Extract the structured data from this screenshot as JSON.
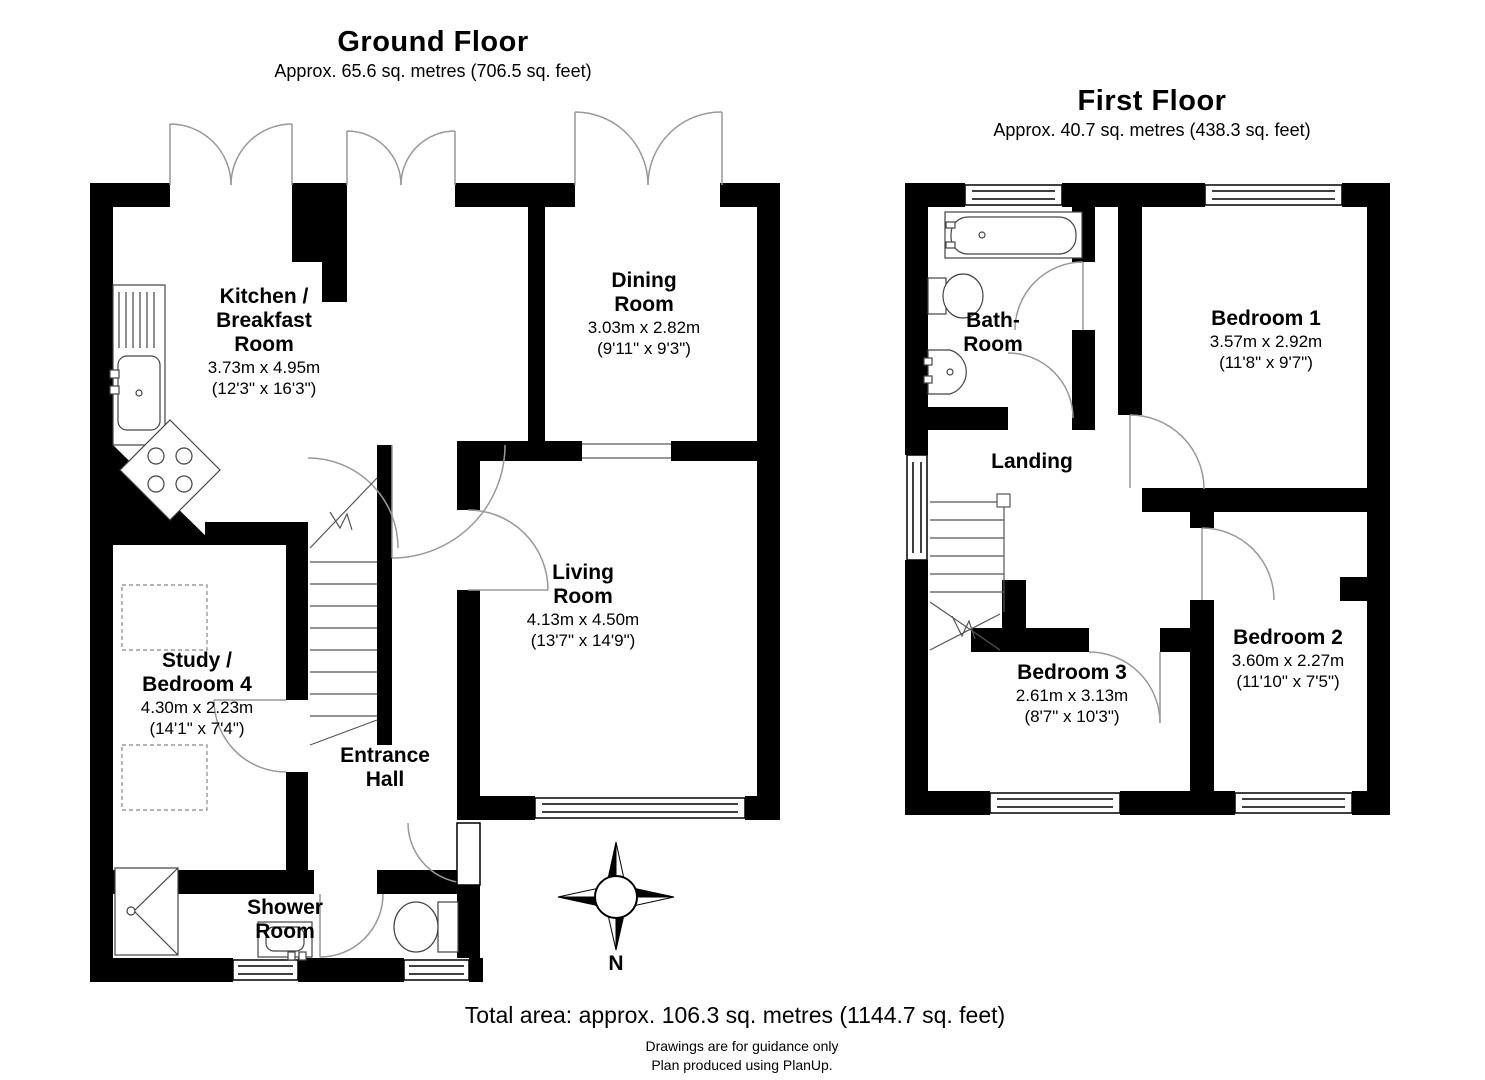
{
  "ground_floor": {
    "title": "Ground Floor",
    "subtitle": "Approx. 65.6 sq. metres (706.5 sq. feet)",
    "rooms": {
      "kitchen": {
        "name1": "Kitchen /",
        "name2": "Breakfast",
        "name3": "Room",
        "metric": "3.73m x 4.95m",
        "imperial": "(12'3\" x 16'3\")"
      },
      "dining": {
        "name1": "Dining",
        "name2": "Room",
        "metric": "3.03m x 2.82m",
        "imperial": "(9'11\" x 9'3\")"
      },
      "living": {
        "name1": "Living",
        "name2": "Room",
        "metric": "4.13m x 4.50m",
        "imperial": "(13'7\" x 14'9\")"
      },
      "study": {
        "name1": "Study /",
        "name2": "Bedroom 4",
        "metric": "4.30m x 2.23m",
        "imperial": "(14'1\" x 7'4\")"
      },
      "entrance": {
        "name1": "Entrance",
        "name2": "Hall"
      },
      "shower": {
        "name1": "Shower",
        "name2": "Room"
      }
    }
  },
  "first_floor": {
    "title": "First Floor",
    "subtitle": "Approx. 40.7 sq. metres (438.3 sq. feet)",
    "rooms": {
      "bathroom": {
        "name1": "Bath-",
        "name2": "Room"
      },
      "bedroom1": {
        "name1": "Bedroom 1",
        "metric": "3.57m x 2.92m",
        "imperial": "(11'8\" x 9'7\")"
      },
      "landing": {
        "name1": "Landing"
      },
      "bedroom3": {
        "name1": "Bedroom 3",
        "metric": "2.61m x 3.13m",
        "imperial": "(8'7\" x 10'3\")"
      },
      "bedroom2": {
        "name1": "Bedroom 2",
        "metric": "3.60m x 2.27m",
        "imperial": "(11'10\" x 7'5\")"
      }
    }
  },
  "compass": {
    "north_label": "N"
  },
  "footer": {
    "total_area": "Total area: approx. 106.3 sq. metres (1144.7 sq. feet)",
    "disclaimer": "Drawings are for guidance only",
    "produced": "Plan produced using PlanUp."
  },
  "colors": {
    "wall": "#000000",
    "door_arc": "#999999",
    "fixture": "#444444"
  }
}
